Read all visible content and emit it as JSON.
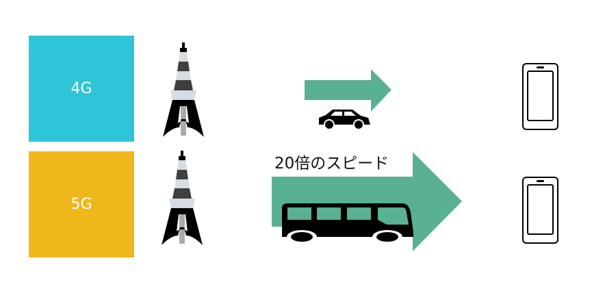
{
  "generations": [
    {
      "label": "4G",
      "color": "#2fc5d8"
    },
    {
      "label": "5G",
      "color": "#efb71b"
    }
  ],
  "speed_label": "20倍のスピード",
  "colors": {
    "arrow": "#5ab093",
    "tower_dark": "#3f3f3f",
    "tower_light": "#d6dce4",
    "tower_core": "#aeaaaa"
  },
  "icons": [
    "tower-icon",
    "arrow-icon",
    "car-icon",
    "bus-icon",
    "smartphone-icon"
  ]
}
